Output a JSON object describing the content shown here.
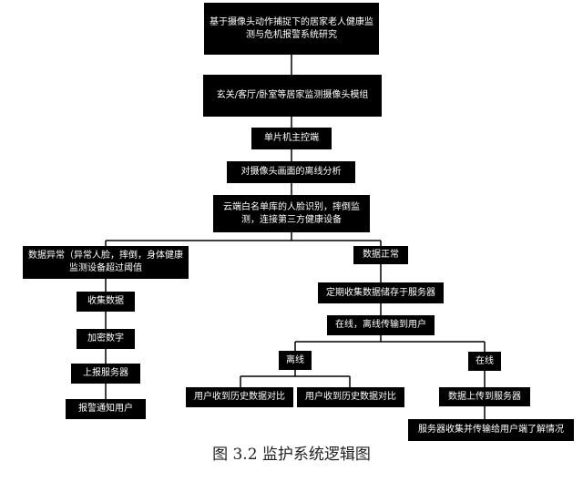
{
  "nodes": {
    "title": "基于摄像头动作捕捉下的居家老人健康监测与危机报警系统研究",
    "camera_module": "玄关/客厅/卧室等居家监测摄像头模组",
    "mcu": "单片机主控端",
    "offline_analysis": "对摄像头画面的离线分析",
    "cloud": "云端白名单库的人脸识别，摔倒监测，连接第三方健康设备",
    "abnormal": "数据异常（异常人脸，摔倒，身体健康监测设备超过阈值",
    "normal": "数据正常",
    "collect": "收集数据",
    "encrypt": "加密数字",
    "report_server": "上报服务器",
    "alarm_user": "报警通知用户",
    "periodic_store": "定期收集数据储存于服务器",
    "transmit": "在线，离线传输到用户",
    "offline": "离线",
    "online": "在线",
    "history1": "用户收到历史数据对比",
    "history2": "用户收到历史数据对比",
    "upload": "数据上传到服务器",
    "server_push": "服务器收集并传输给用户端了解情况"
  },
  "caption": "图 3.2 监护系统逻辑图",
  "colors": {
    "box": "#000000",
    "text": "#ffffff",
    "line": "#000000"
  }
}
